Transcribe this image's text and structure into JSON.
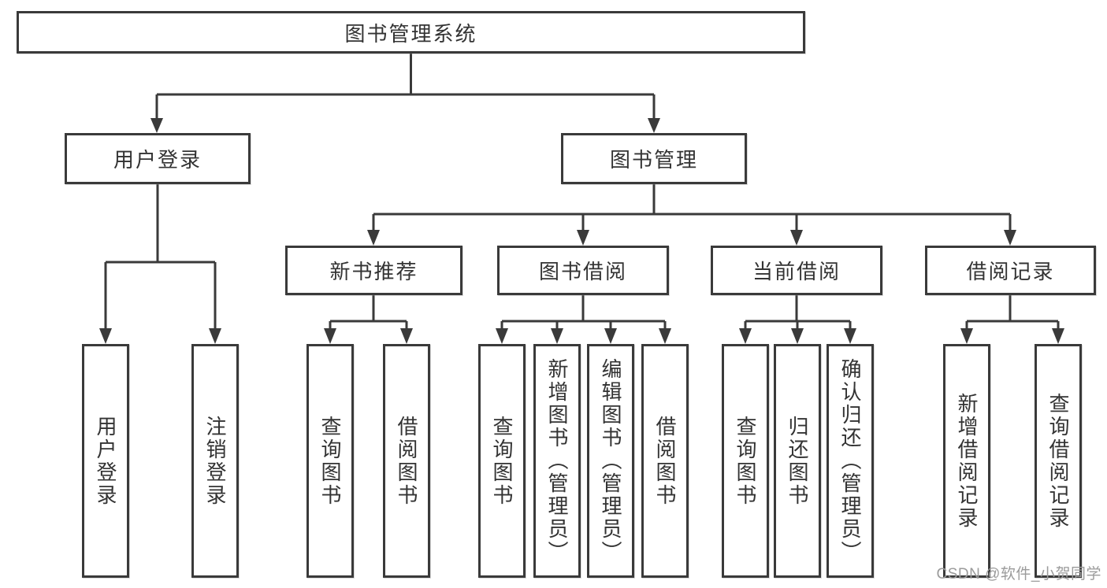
{
  "diagram": {
    "title": "图书管理系统",
    "level2": {
      "user_login": "用户登录",
      "book_mgmt": "图书管理"
    },
    "level3": {
      "new_books": "新书推荐",
      "book_borrow": "图书借阅",
      "current_borrow": "当前借阅",
      "borrow_records": "借阅记录"
    },
    "leaves": {
      "user_login": [
        "用户登录",
        "注销登录"
      ],
      "new_books": [
        "查询图书",
        "借阅图书"
      ],
      "book_borrow": [
        "查询图书",
        "新增图书（管理员）",
        "编辑图书（管理员）",
        "借阅图书"
      ],
      "current_borrow": [
        "查询图书",
        "归还图书",
        "确认归还（管理员）"
      ],
      "borrow_records": [
        "新增借阅记录",
        "查询借阅记录"
      ]
    }
  },
  "watermark": "CSDN @软件_小贺同学",
  "colors": {
    "line": "#3a3a3a",
    "text": "#333333",
    "watermark": "#9b9b9b"
  }
}
